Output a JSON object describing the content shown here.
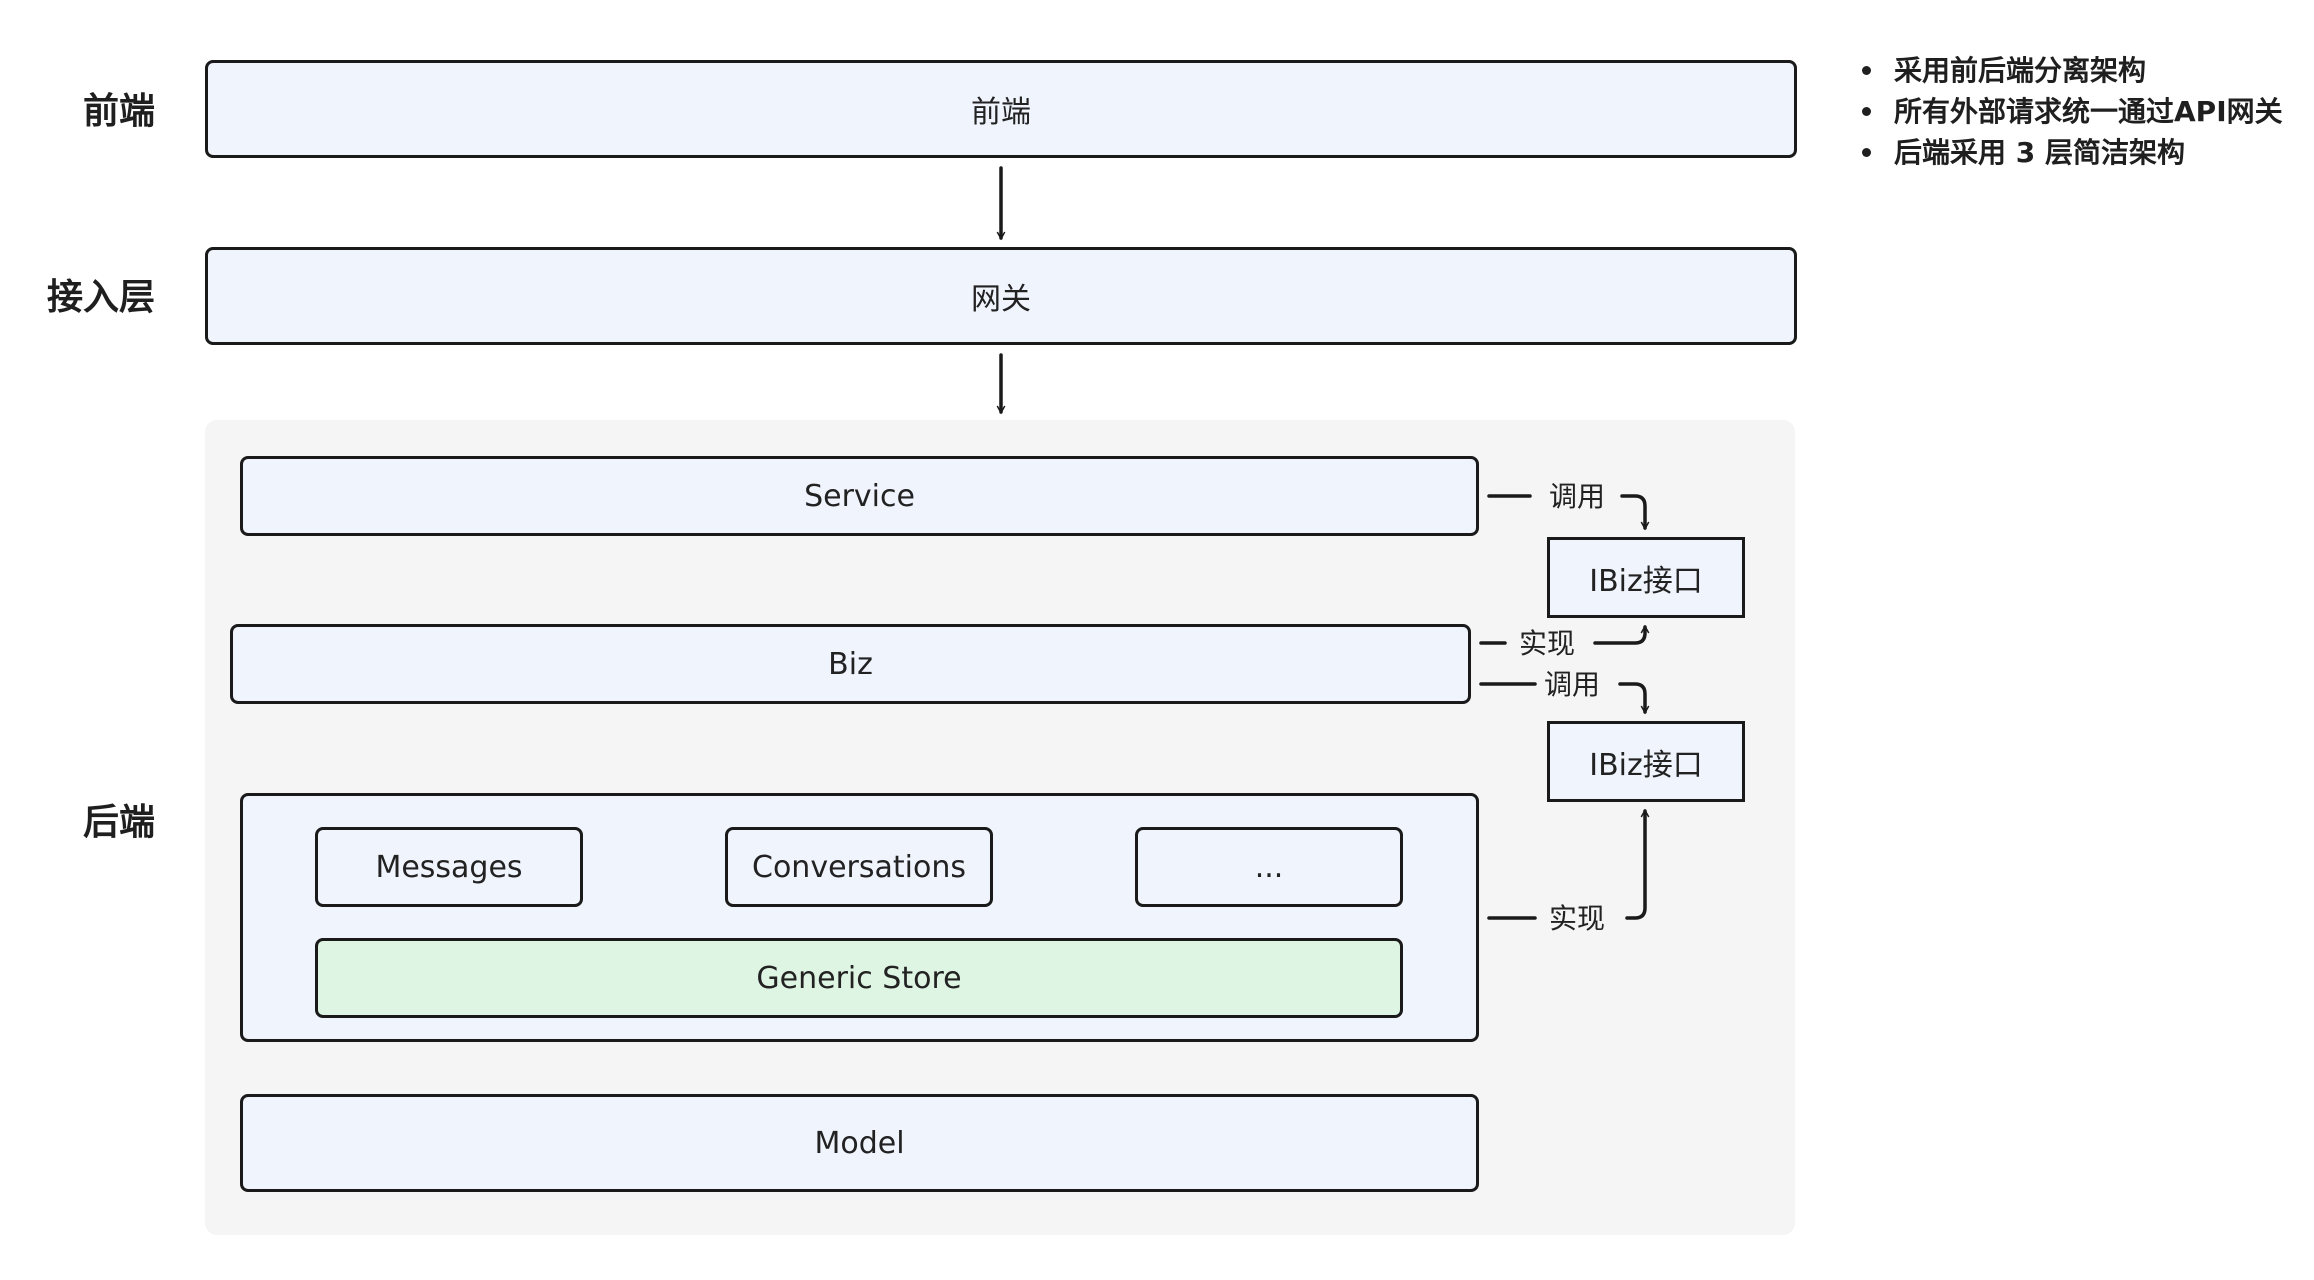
{
  "layers": {
    "frontend": "前端",
    "access": "接入层",
    "backend": "后端"
  },
  "boxes": {
    "frontend": "前端",
    "gateway": "网关",
    "service": "Service",
    "biz": "Biz",
    "ibiz_top": "IBiz接口",
    "ibiz_bottom": "IBiz接口",
    "messages": "Messages",
    "conversations": "Conversations",
    "more": "...",
    "generic_store": "Generic Store",
    "model": "Model"
  },
  "edges": {
    "service_call": "调用",
    "biz_implements": "实现",
    "biz_call": "调用",
    "store_implements": "实现"
  },
  "notes": [
    "采用前后端分离架构",
    "所有外部请求统一通过API网关",
    "后端采用 3 层简洁架构"
  ]
}
